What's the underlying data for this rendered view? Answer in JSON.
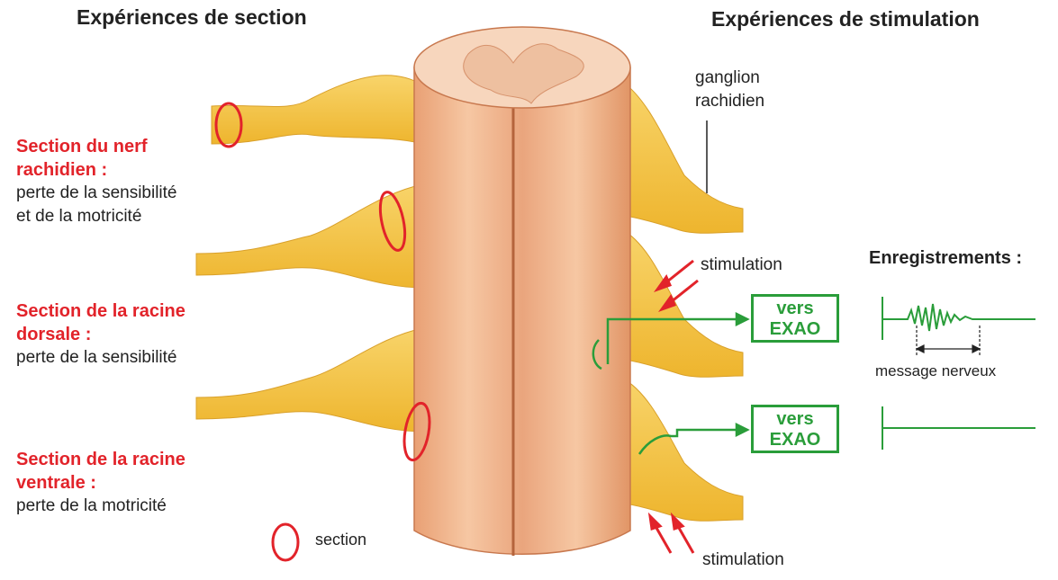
{
  "titles": {
    "section": "Expériences de section",
    "stimulation": "Expériences de stimulation"
  },
  "left": {
    "nerf": {
      "title_line1": "Section du nerf",
      "title_line2": "rachidien :",
      "desc_line1": "perte de la sensibilité",
      "desc_line2": "et de la motricité"
    },
    "dorsale": {
      "title_line1": "Section de la racine",
      "title_line2": "dorsale :",
      "desc": "perte de la sensibilité"
    },
    "ventrale": {
      "title_line1": "Section de la racine",
      "title_line2": "ventrale :",
      "desc": "perte de la motricité"
    }
  },
  "legend": {
    "section": "section"
  },
  "labels": {
    "ganglion_line1": "ganglion",
    "ganglion_line2": "rachidien",
    "stimulation_top": "stimulation",
    "stimulation_bottom": "stimulation"
  },
  "exao": {
    "line1": "vers",
    "line2": "EXAO"
  },
  "recordings": {
    "title": "Enregistrements :",
    "message": "message nerveux"
  },
  "colors": {
    "nerve": "#f4c84c",
    "cord": "#f2b894",
    "red": "#e2232a",
    "green": "#2a9d3a"
  }
}
